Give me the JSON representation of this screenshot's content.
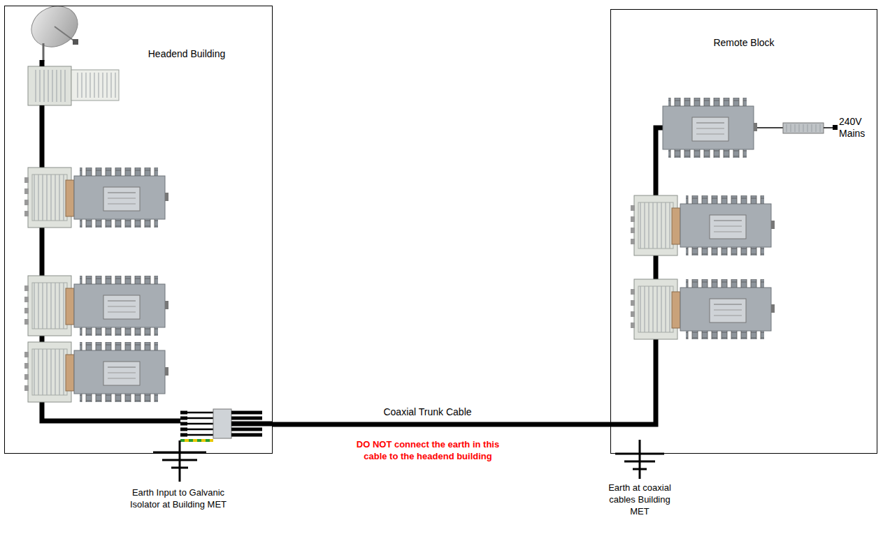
{
  "diagram": {
    "nodes": [
      {
        "text": [
          "Headend Building"
        ]
      },
      {
        "text": [
          "Remote Block"
        ]
      }
    ],
    "edges": [
      {
        "from": 0,
        "to": 1,
        "arrow": "none",
        "label": "Coaxial Trunk Cable"
      }
    ],
    "labels": [
      "DO NOT connect the earth in this cable to the headend building",
      "Earth Input to Galvanic Isolator at Building MET",
      "Earth at coaxial cables Building MET",
      "240V Mains"
    ]
  }
}
